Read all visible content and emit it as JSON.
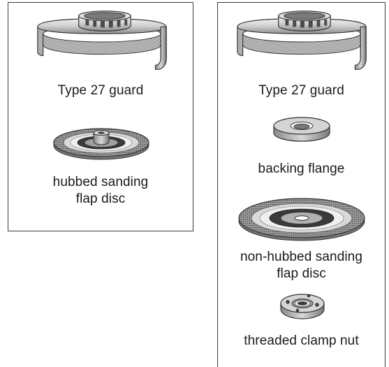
{
  "left_panel": {
    "guard_label": "Type 27 guard",
    "disc_label_line1": "hubbed sanding",
    "disc_label_line2": "flap disc"
  },
  "right_panel": {
    "guard_label": "Type 27 guard",
    "flange_label": "backing flange",
    "disc_label_line1": "non-hubbed sanding",
    "disc_label_line2": "flap disc",
    "nut_label": "threaded clamp nut"
  },
  "colors": {
    "border": "#3a3a3a",
    "metal_light": "#d6d6d6",
    "metal_mid": "#a8a8a8",
    "metal_dark": "#5a5a5a",
    "ink": "#1a1a1a"
  },
  "icons": {
    "guard": "type-27-guard-illustration",
    "hubbed_disc": "hubbed-flap-disc-illustration",
    "flange": "backing-flange-illustration",
    "flat_disc": "non-hubbed-flap-disc-illustration",
    "nut": "threaded-clamp-nut-illustration"
  }
}
